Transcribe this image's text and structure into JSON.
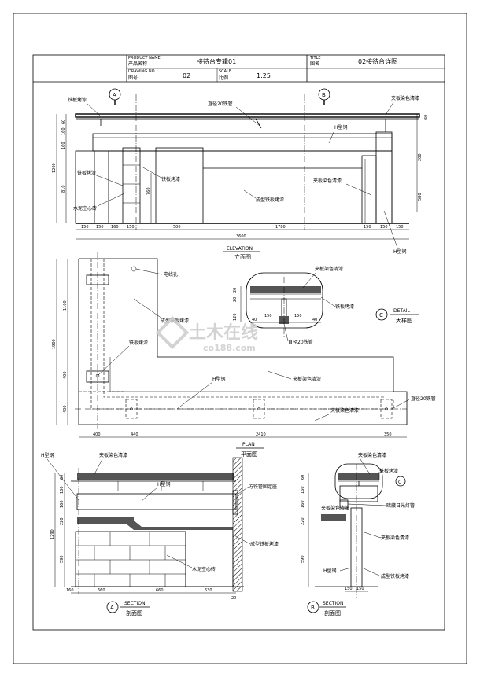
{
  "title_block": {
    "product_name_en": "PRODUCT NAME",
    "product_name_cn": "产品名称",
    "product_value": "接待台专辑01",
    "title_en": "TITLE",
    "title_cn": "图名",
    "title_value": "02接待台详图",
    "drawing_no_en": "DRAWING NO.",
    "drawing_no_cn": "图号",
    "drawing_no_value": "02",
    "scale_en": "SCALE",
    "scale_cn": "比例",
    "scale_value": "1:25"
  },
  "elevation": {
    "marker_a": "A",
    "marker_b": "B",
    "caption_en": "ELEVATION",
    "caption_cn": "立面图",
    "labels": {
      "tie_ban_kao_qi_1": "铁板烤漆",
      "jia_ban_ran_se_qing_qi_1": "夹板染色清漆",
      "zhi_jing_20_tie_guan": "直径20铁管",
      "h_xing_gang": "H型钢",
      "tie_ban_kao_qi_2": "铁板烤漆",
      "tie_ban_kao_qi_3": "铁板烤漆",
      "shui_ni_kong_xin_zhuan": "水泥空心砖",
      "jia_ban_ran_se_qing_qi_2": "夹板染色清漆",
      "cheng_xing_tie_ban_kao_qi": "成型铁板烤漆",
      "h_xing_gang_2": "H型钢"
    },
    "dims_left": [
      "60",
      "160",
      "160",
      "810",
      "1200"
    ],
    "dims_right": [
      "60",
      "200",
      "580"
    ],
    "dims_bottom": [
      "150",
      "150",
      "160",
      "150",
      "500",
      "1780",
      "150",
      "150",
      "150"
    ],
    "dim_total": "3600",
    "dim_760": "760"
  },
  "plan": {
    "caption_en": "PLAN",
    "caption_cn": "平面图",
    "labels": {
      "dian_xian_kong": "电线孔",
      "cheng_xing_tie_ban_kao_qi": "成型铁板烤漆",
      "tie_ban_kao_qi": "铁板烤漆",
      "h_xing_gang": "H型钢",
      "jia_ban_ran_se_qing_qi_1": "夹板染色清漆",
      "jia_ban_ran_se_qing_qi_2": "夹板染色清漆",
      "zhi_jing_20_tie_guan": "直径20铁管"
    },
    "dims_left": [
      "1100",
      "1900",
      "400",
      "400"
    ],
    "dims_bottom": [
      "400",
      "440",
      "2410",
      "350"
    ]
  },
  "detail": {
    "marker": "C",
    "caption_en": "DETAIL",
    "caption_cn": "大样图",
    "labels": {
      "jia_ban_ran_se_qing_qi": "夹板染色清漆",
      "tie_ban_kao_qi": "铁板烤漆",
      "zhi_jing_20_tie_guan": "直径20铁管"
    },
    "dims_left": [
      "20",
      "20",
      "120"
    ],
    "dims_bottom": [
      "40",
      "150",
      "150",
      "40"
    ]
  },
  "section_a": {
    "marker": "A",
    "caption_en": "SECTION",
    "caption_cn": "剖面图",
    "labels": {
      "h_xing_gang_1": "H型钢",
      "jia_ban_ran_se_qing_qi": "夹板染色清漆",
      "h_xing_gang_2": "H型钢",
      "fang_tie_guan_gu_ding_zuo": "方铁管固定座",
      "cheng_xing_tie_ban_kao_qi": "成型铁板烤漆",
      "shui_ni_kong_xin_zhuan": "水泥空心砖"
    },
    "dims_left": [
      "60",
      "160",
      "160",
      "220",
      "590",
      "1290"
    ],
    "dims_bottom": [
      "160",
      "660",
      "660",
      "630",
      "20"
    ]
  },
  "section_b": {
    "marker": "B",
    "caption_en": "SECTION",
    "caption_cn": "剖面图",
    "marker_c": "C",
    "labels": {
      "jia_ban_ran_se_qing_qi_1": "夹板染色清漆",
      "tie_ban_kao_qi": "铁板烤漆",
      "an_cang_ri_guang_deng_guan": "暗藏日光灯管",
      "jia_ban_ran_se_qing_qi_2": "夹板染色清漆",
      "h_xing_gang": "H型钢",
      "cheng_xing_tie_ban_kao_qi": "成型铁板烤漆"
    },
    "dims_left": [
      "60",
      "160",
      "160",
      "220",
      "590"
    ],
    "dims_bottom": [
      "150",
      "150"
    ]
  },
  "watermark": {
    "brand_cn": "土木在线",
    "brand_url": "co188.com"
  },
  "colors": {
    "line": "#000000",
    "hatch": "#555555",
    "watermark": "#cfcfcf"
  }
}
